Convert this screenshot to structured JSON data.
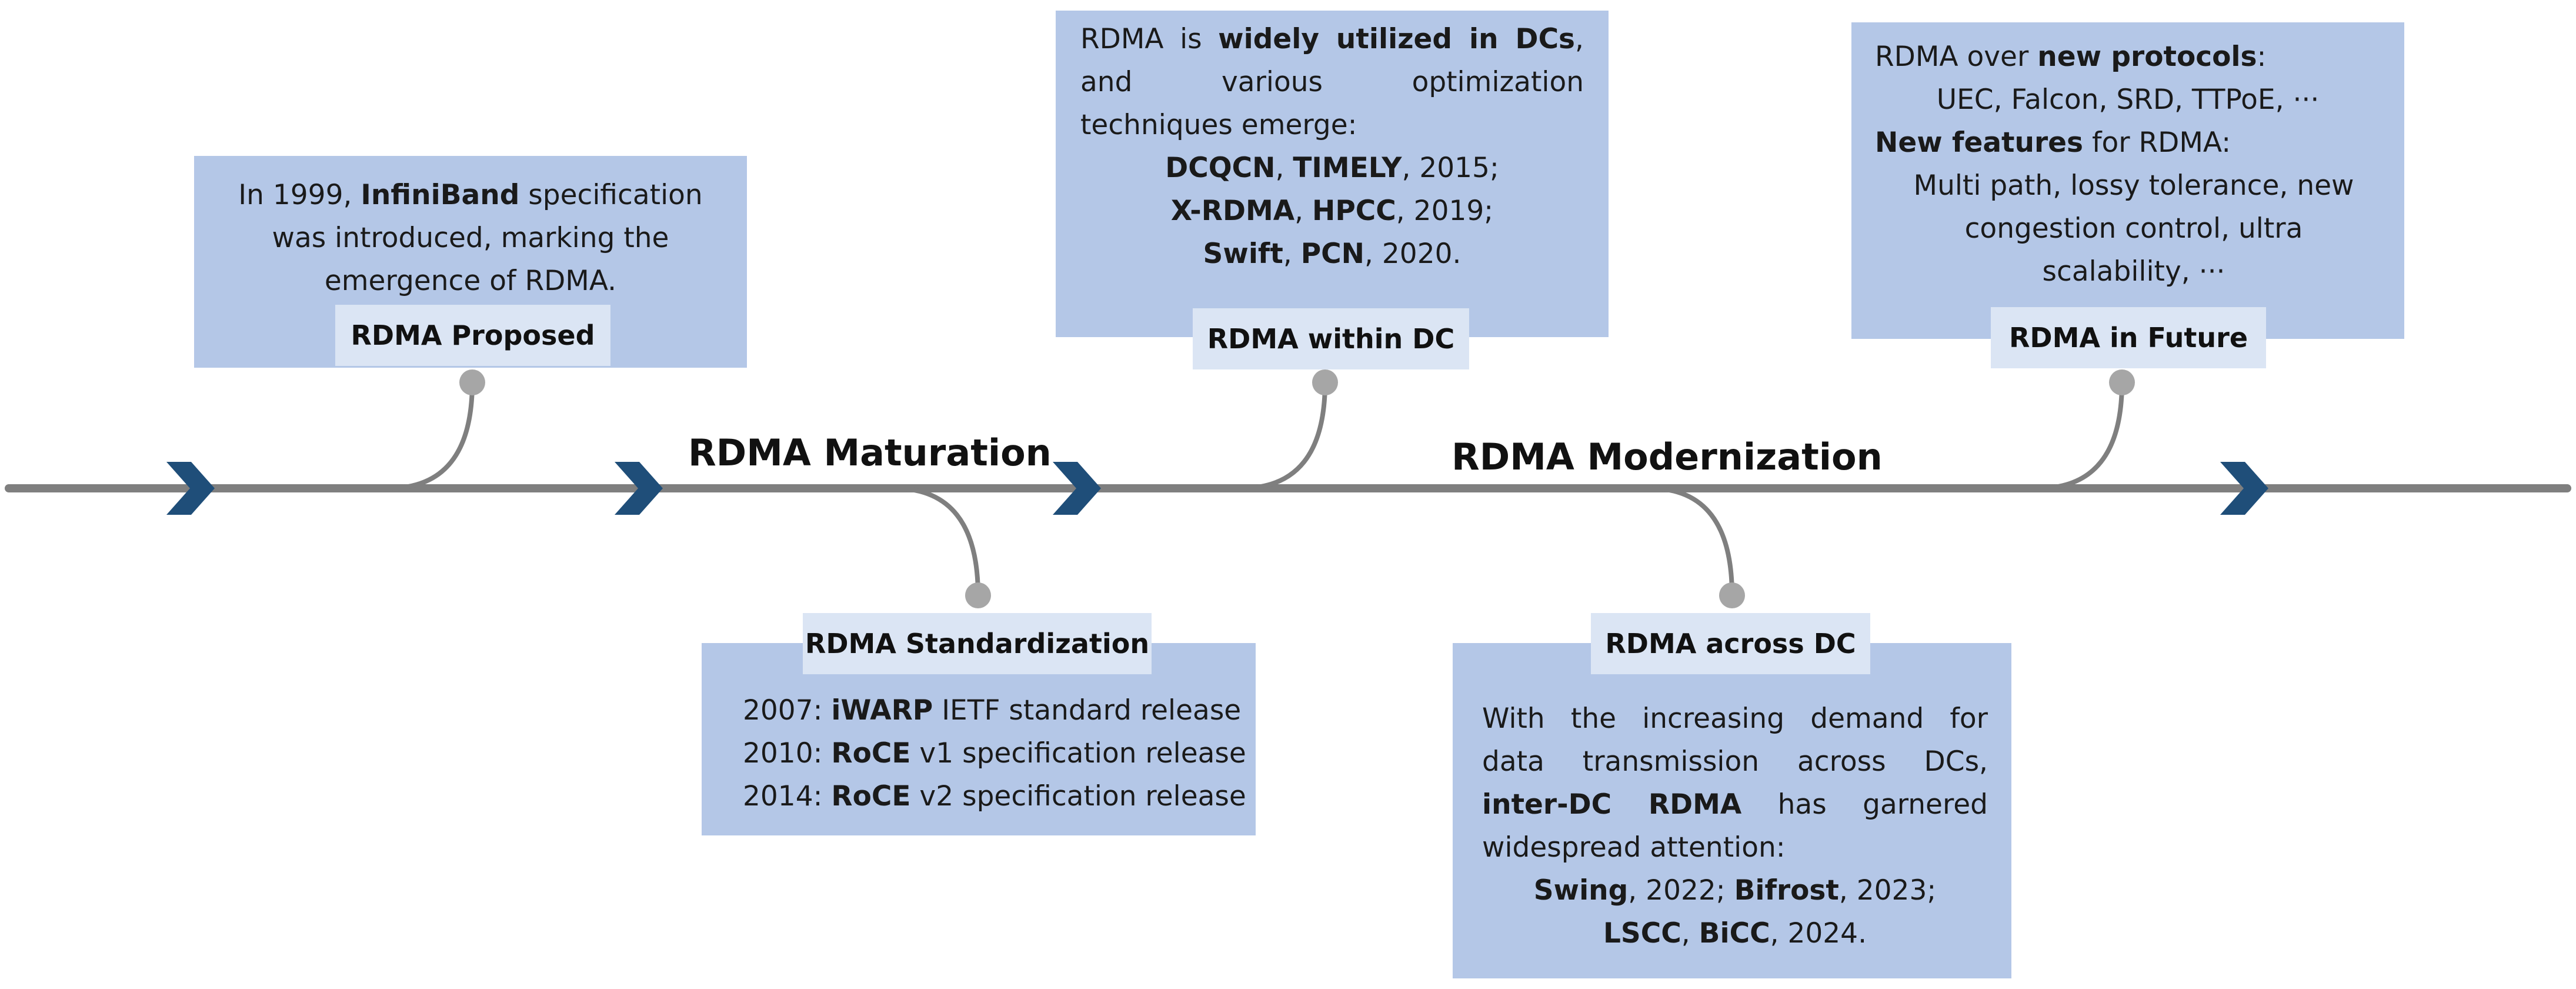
{
  "phases": {
    "maturation": "RDMA Maturation",
    "modernization": "RDMA Modernization"
  },
  "milestones": {
    "proposed": {
      "tag": "RDMA Proposed",
      "text_1": "In 1999, ",
      "text_2": "InfiniBand",
      "text_3": " specification was introduced, marking the emergence of RDMA."
    },
    "standardization": {
      "tag": "RDMA Standardization",
      "lines": [
        {
          "year": "2007: ",
          "name": "iWARP",
          "rest": " IETF standard release"
        },
        {
          "year": "2010: ",
          "name": "RoCE",
          "rest": " v1 specification release"
        },
        {
          "year": "2014: ",
          "name": "RoCE",
          "rest": " v2 specification release"
        }
      ]
    },
    "within_dc": {
      "tag": "RDMA within DC",
      "intro_1": "RDMA is ",
      "intro_2": "widely utilized in DCs",
      "intro_3": ", and various optimization techniques emerge:",
      "lines": [
        {
          "a": "DCQCN",
          "sep": ", ",
          "b": "TIMELY",
          "rest": ", 2015;"
        },
        {
          "a": "X-RDMA",
          "sep": ", ",
          "b": "HPCC",
          "rest": ", 2019;"
        },
        {
          "a": "Swift",
          "sep": ", ",
          "b": "PCN",
          "rest": ", 2020."
        }
      ]
    },
    "across_dc": {
      "tag": "RDMA across DC",
      "intro_1": "With the increasing demand for data transmission across DCs, ",
      "intro_2": "inter-DC RDMA",
      "intro_3": " has garnered widespread attention:",
      "line1": {
        "a": "Swing",
        "mid": ", 2022; ",
        "b": "Bifrost",
        "rest": ", 2023;"
      },
      "line2": {
        "a": "LSCC",
        "sep": ", ",
        "b": "BiCC",
        "rest": ", 2024."
      }
    },
    "future": {
      "tag": "RDMA in Future",
      "p1_1": "RDMA over ",
      "p1_2": "new protocols",
      "p1_3": ":",
      "protocols": "UEC, Falcon, SRD, TTPoE, ···",
      "p2_1": "New features",
      "p2_2": " for RDMA:",
      "features": "Multi path, lossy tolerance, new congestion control, ultra scalability, ···"
    }
  },
  "colors": {
    "box": "#b4c7e7",
    "tag": "#dbe5f4",
    "line": "#7f7f7f",
    "arrow": "#1f4e79"
  }
}
